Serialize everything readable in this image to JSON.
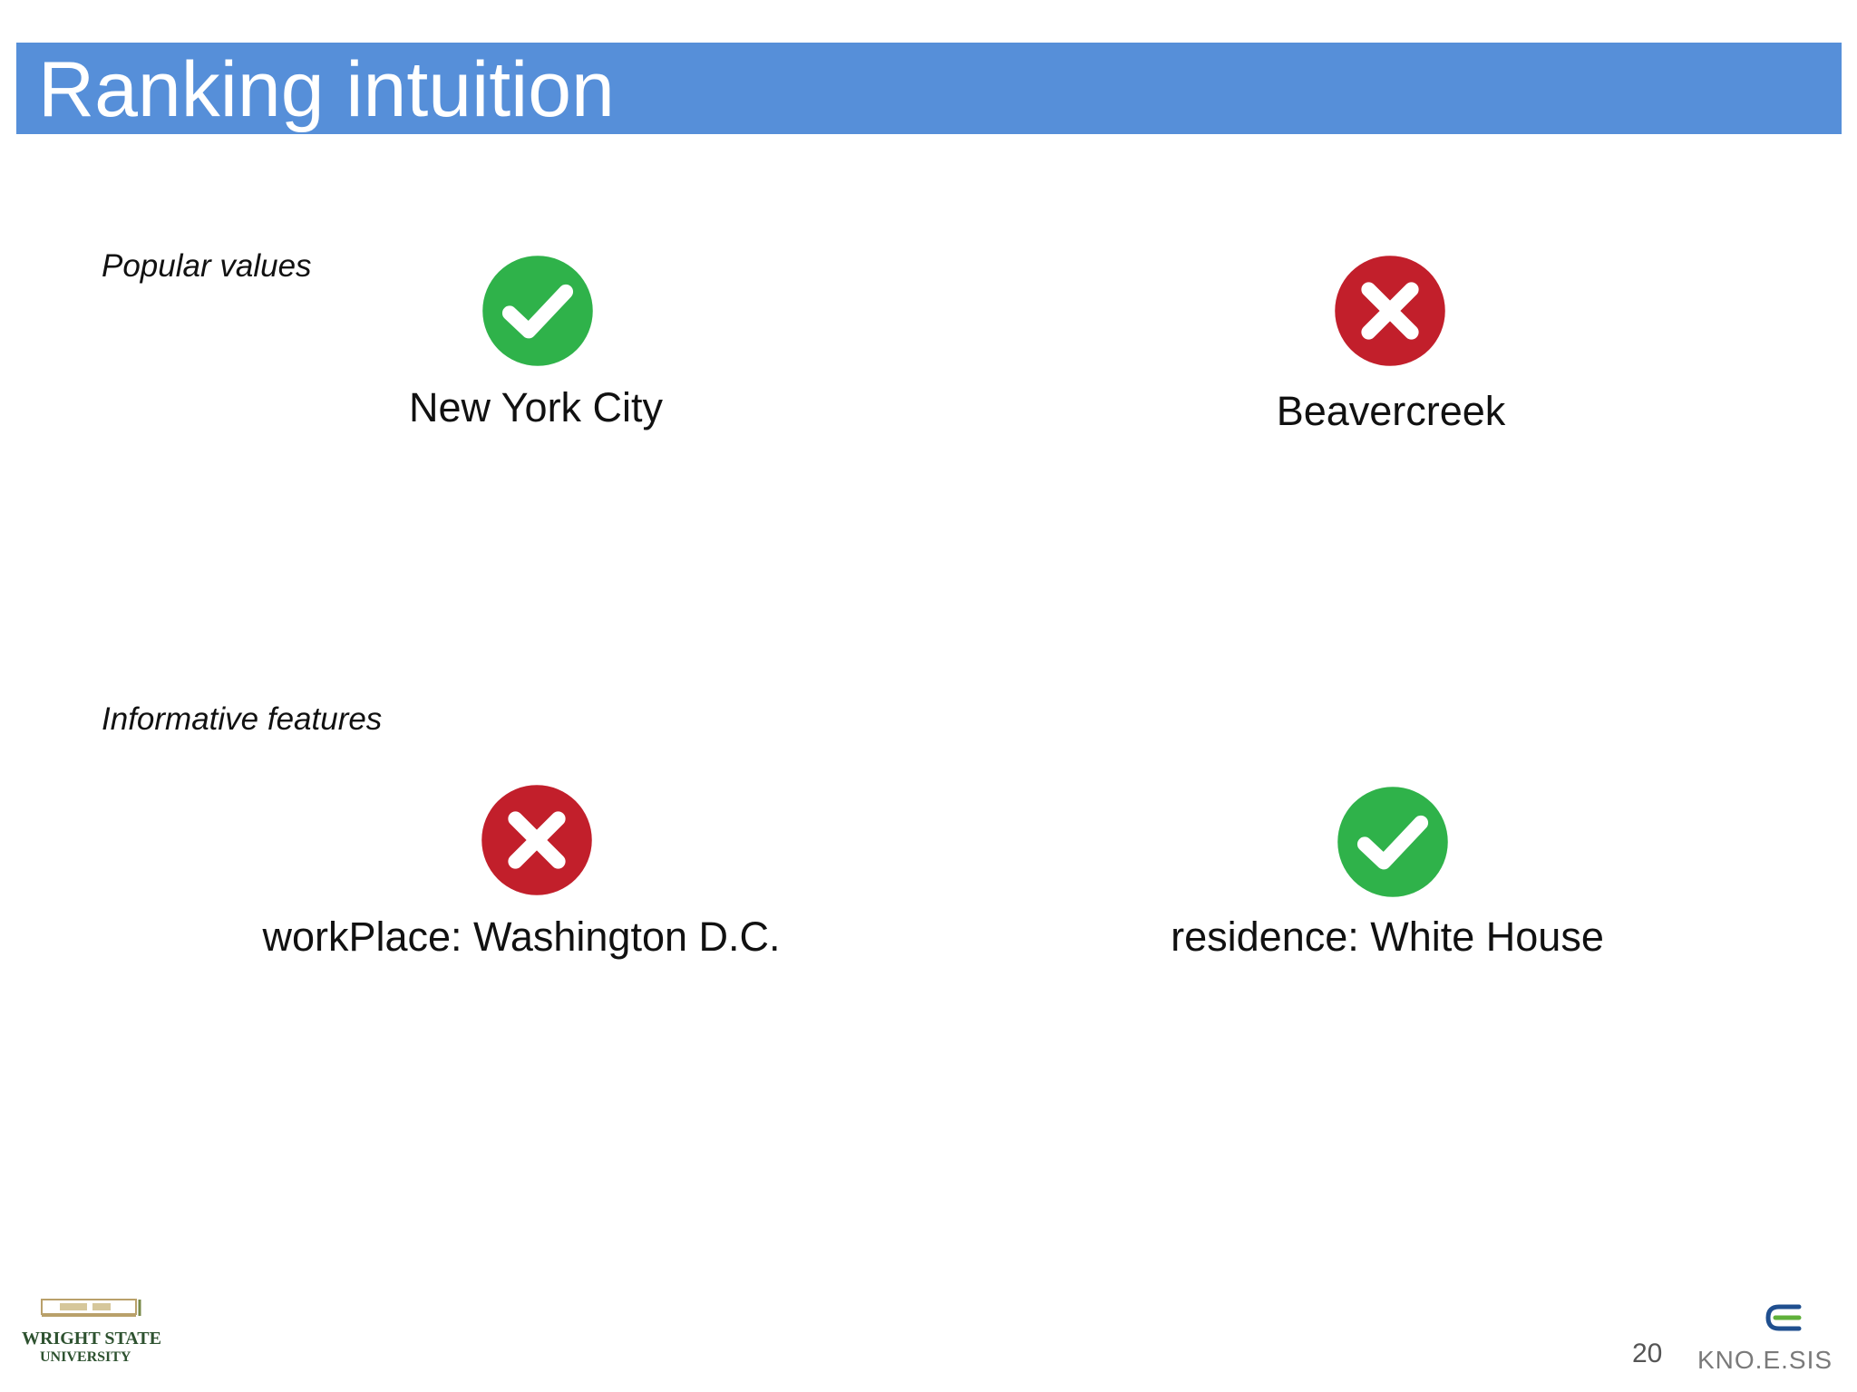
{
  "slide": {
    "title": "Ranking intuition",
    "page_number": "20"
  },
  "sections": {
    "popular": {
      "label": "Popular values",
      "items": [
        {
          "text": "New York City",
          "status": "correct"
        },
        {
          "text": "Beavercreek",
          "status": "incorrect"
        }
      ]
    },
    "informative": {
      "label": "Informative features",
      "items": [
        {
          "text": "workPlace: Washington D.C.",
          "status": "incorrect"
        },
        {
          "text": "residence: White House",
          "status": "correct"
        }
      ]
    }
  },
  "footer": {
    "left_logo": {
      "line1": "WRIGHT STATE",
      "line2": "UNIVERSITY"
    },
    "right_logo": {
      "text": "KNO.E.SIS"
    }
  },
  "icons": {
    "correct": "checkmark-circle-icon",
    "incorrect": "x-circle-icon"
  },
  "colors": {
    "title_bar": "#568fd9",
    "correct": "#2fb24a",
    "incorrect": "#c21f2b"
  }
}
